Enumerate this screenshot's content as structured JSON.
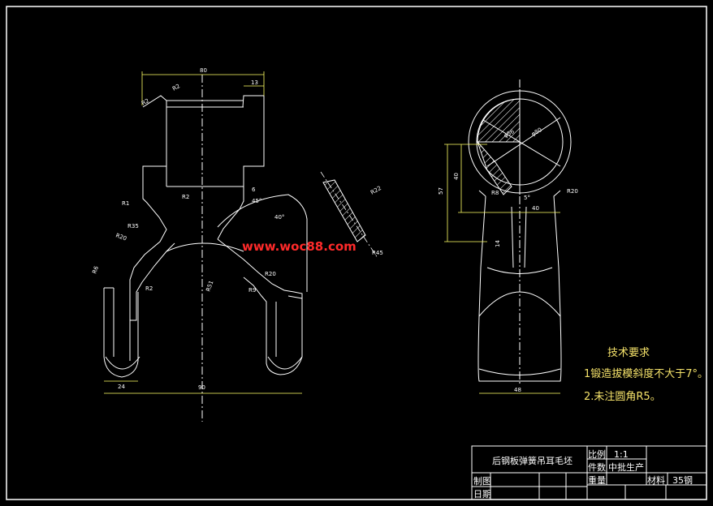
{
  "colors": {
    "background": "#000000",
    "outline": "#ffffff",
    "dimension": "#ffff66",
    "notes": "#f5e26a",
    "watermark": "#ff2a2a"
  },
  "watermark": "www.woc88.com",
  "front_view": {
    "dims": {
      "top_width": "80",
      "top_right": "13",
      "r2_top": "R2",
      "r2_left": "R2",
      "r2_mid": "R2",
      "r1": "R1",
      "r35": "R35",
      "r20_left": "R20",
      "r6": "R6",
      "r2_low": "R2",
      "r51": "R51",
      "r9": "R9",
      "r20_right": "R20",
      "r22": "R22",
      "r45": "R45",
      "six": "6",
      "deg45": "45°",
      "deg40": "40°",
      "bottom_24": "24",
      "bottom_90": "90"
    }
  },
  "side_view": {
    "dims": {
      "h57": "57",
      "h40": "40",
      "phi56": "φ56",
      "phi80": "φ80",
      "r20": "R20",
      "r8": "R8",
      "deg5": "5°",
      "w40": "40",
      "w14": "14",
      "bottom_48": "48"
    }
  },
  "tech_requirements": {
    "title": "技术要求",
    "item1": "1锻造拔模斜度不大于7°。",
    "item2": "2.未注圆角R5。"
  },
  "title_block": {
    "part_name": "后钢板弹簧吊耳毛坯",
    "scale_label": "比例",
    "scale_value": "1:1",
    "qty_label": "件数",
    "qty_value": "中批生产",
    "weight_label": "重量",
    "material_label": "材料",
    "material_value": "35钢",
    "drawn_label": "制图",
    "date_label": "日期"
  }
}
